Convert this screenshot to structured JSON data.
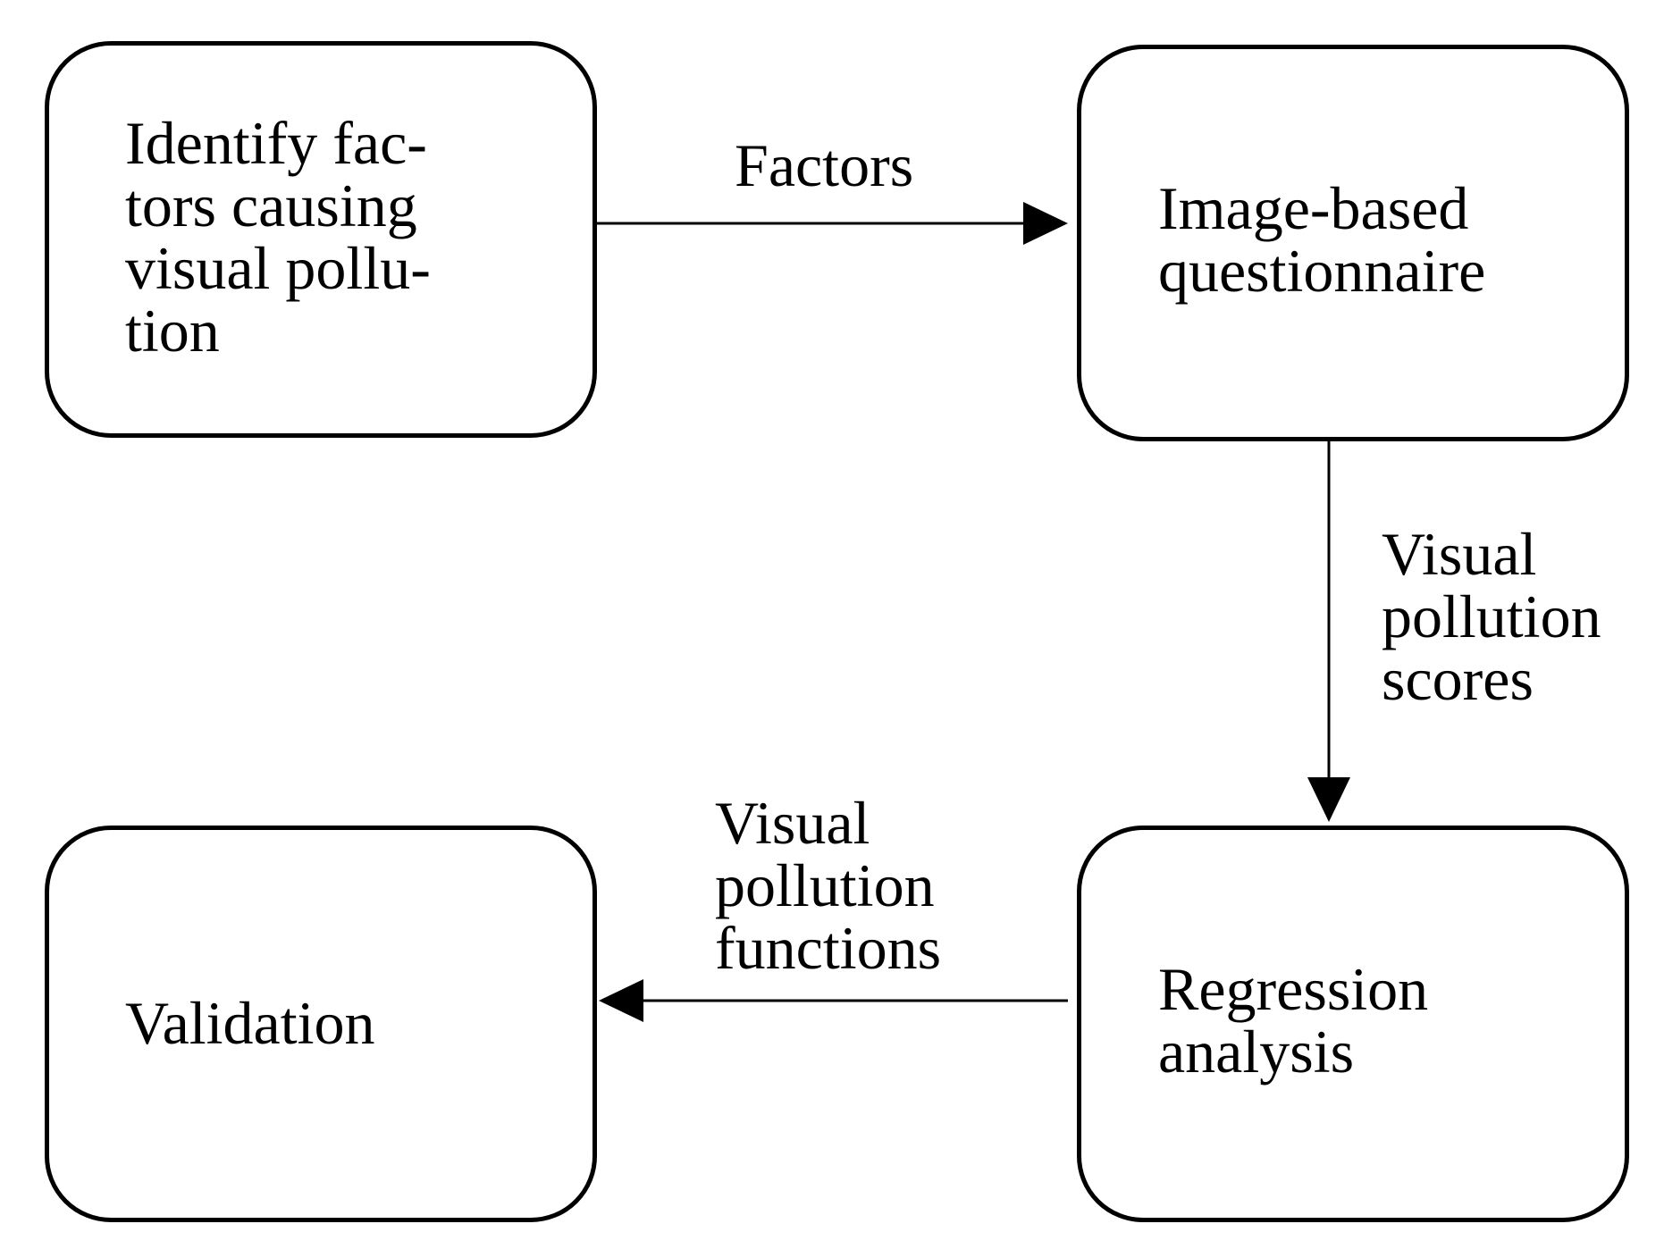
{
  "diagram": {
    "nodes": {
      "identify": {
        "lines": [
          "Identify fac-",
          "tors causing",
          "visual pollu-",
          "tion"
        ]
      },
      "questionnaire": {
        "lines": [
          "Image-based",
          "questionnaire"
        ]
      },
      "regression": {
        "lines": [
          "Regression",
          "analysis"
        ]
      },
      "validation": {
        "lines": [
          "Validation"
        ]
      }
    },
    "edges": {
      "factors": {
        "from": "identify",
        "to": "questionnaire",
        "lines": [
          "Factors"
        ]
      },
      "scores": {
        "from": "questionnaire",
        "to": "regression",
        "lines": [
          "Visual",
          "pollution",
          "scores"
        ]
      },
      "functions": {
        "from": "regression",
        "to": "validation",
        "lines": [
          "Visual",
          "pollution",
          "functions"
        ]
      }
    },
    "colors": {
      "stroke": "#000000",
      "background": "#ffffff"
    }
  }
}
